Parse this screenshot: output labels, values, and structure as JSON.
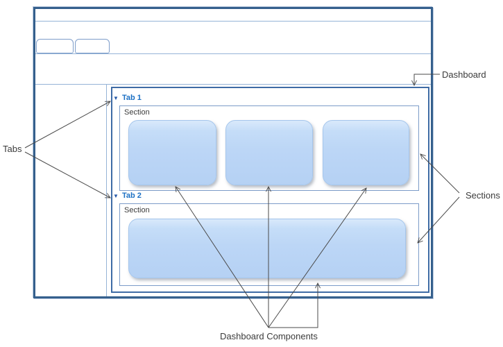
{
  "colors": {
    "window_border": "#35608D",
    "divider_line": "#95B3D7",
    "dashboard_border": "#3E6BA5",
    "section_border": "#7B9BC8",
    "component_fill": "#BCD6F6",
    "component_fill_highlight": "#D9E9FB",
    "tab_text": "#1C70C4",
    "annotation_text": "#3B3B3B",
    "arrow": "#4A4A4A"
  },
  "dashboard": {
    "tabs": [
      {
        "label": "Tab 1",
        "collapse_icon": "▼",
        "section_label": "Section",
        "component_count": 3
      },
      {
        "label": "Tab 2",
        "collapse_icon": "▼",
        "section_label": "Section",
        "component_count": 1
      }
    ]
  },
  "annotations": {
    "tabs_label": "Tabs",
    "dashboard_label": "Dashboard",
    "sections_label": "Sections",
    "components_label": "Dashboard Components"
  }
}
